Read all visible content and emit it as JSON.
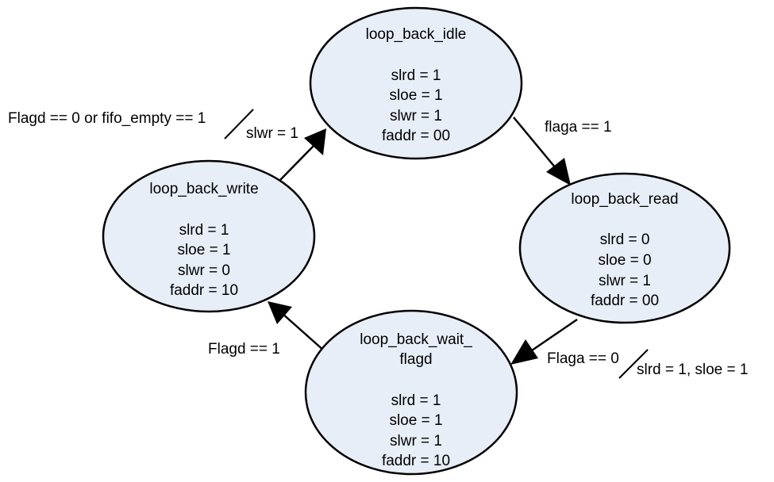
{
  "colors": {
    "state_fill": "#e8eef8",
    "line": "#000000",
    "background": "#ffffff"
  },
  "states": {
    "idle": {
      "name": "loop_back_idle",
      "lines": [
        "slrd = 1",
        "sloe = 1",
        "slwr = 1",
        "faddr = 00"
      ]
    },
    "read": {
      "name": "loop_back_read",
      "lines": [
        "slrd = 0",
        "sloe = 0",
        "slwr = 1",
        "faddr = 00"
      ]
    },
    "wait": {
      "name_line1": "loop_back_wait_",
      "name_line2": "flagd",
      "lines": [
        "slrd = 1",
        "sloe = 1",
        "slwr = 1",
        "faddr = 10"
      ]
    },
    "write": {
      "name": "loop_back_write",
      "lines": [
        "slrd = 1",
        "sloe = 1",
        "slwr = 0",
        "faddr = 10"
      ]
    }
  },
  "transitions": {
    "idle_to_read": {
      "condition": "flaga == 1"
    },
    "read_to_wait": {
      "condition": "Flaga == 0",
      "action": "slrd = 1, sloe = 1"
    },
    "wait_to_write": {
      "condition": "Flagd == 1"
    },
    "write_to_idle": {
      "condition": "Flagd == 0 or fifo_empty == 1",
      "action": "slwr = 1"
    }
  }
}
